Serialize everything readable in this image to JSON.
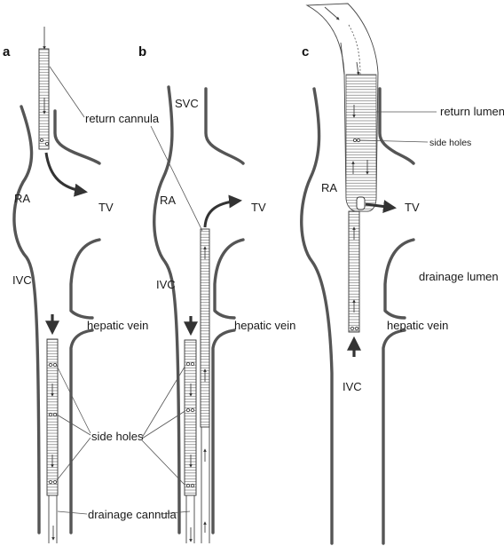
{
  "panels": {
    "a": {
      "letter": "a",
      "labels": {
        "return_cannula": "return cannula",
        "ra": "RA",
        "tv": "TV",
        "ivc": "IVC",
        "hepatic_vein": "hepatic vein",
        "side_holes": "side holes",
        "drainage_cannula": "drainage cannula"
      }
    },
    "b": {
      "letter": "b",
      "labels": {
        "svc": "SVC",
        "ra": "RA",
        "tv": "TV",
        "ivc": "IVC",
        "hepatic_vein": "hepatic vein"
      }
    },
    "c": {
      "letter": "c",
      "labels": {
        "return_lumen": "return lumen",
        "side_holes": "side holes",
        "ra": "RA",
        "tv": "TV",
        "drainage_lumen": "drainage lumen",
        "hepatic_vein": "hepatic vein",
        "ivc": "IVC"
      }
    }
  },
  "colors": {
    "vessel_wall": "#555555",
    "text": "#1a1a1a",
    "cannula_fill": "#ffffff"
  }
}
